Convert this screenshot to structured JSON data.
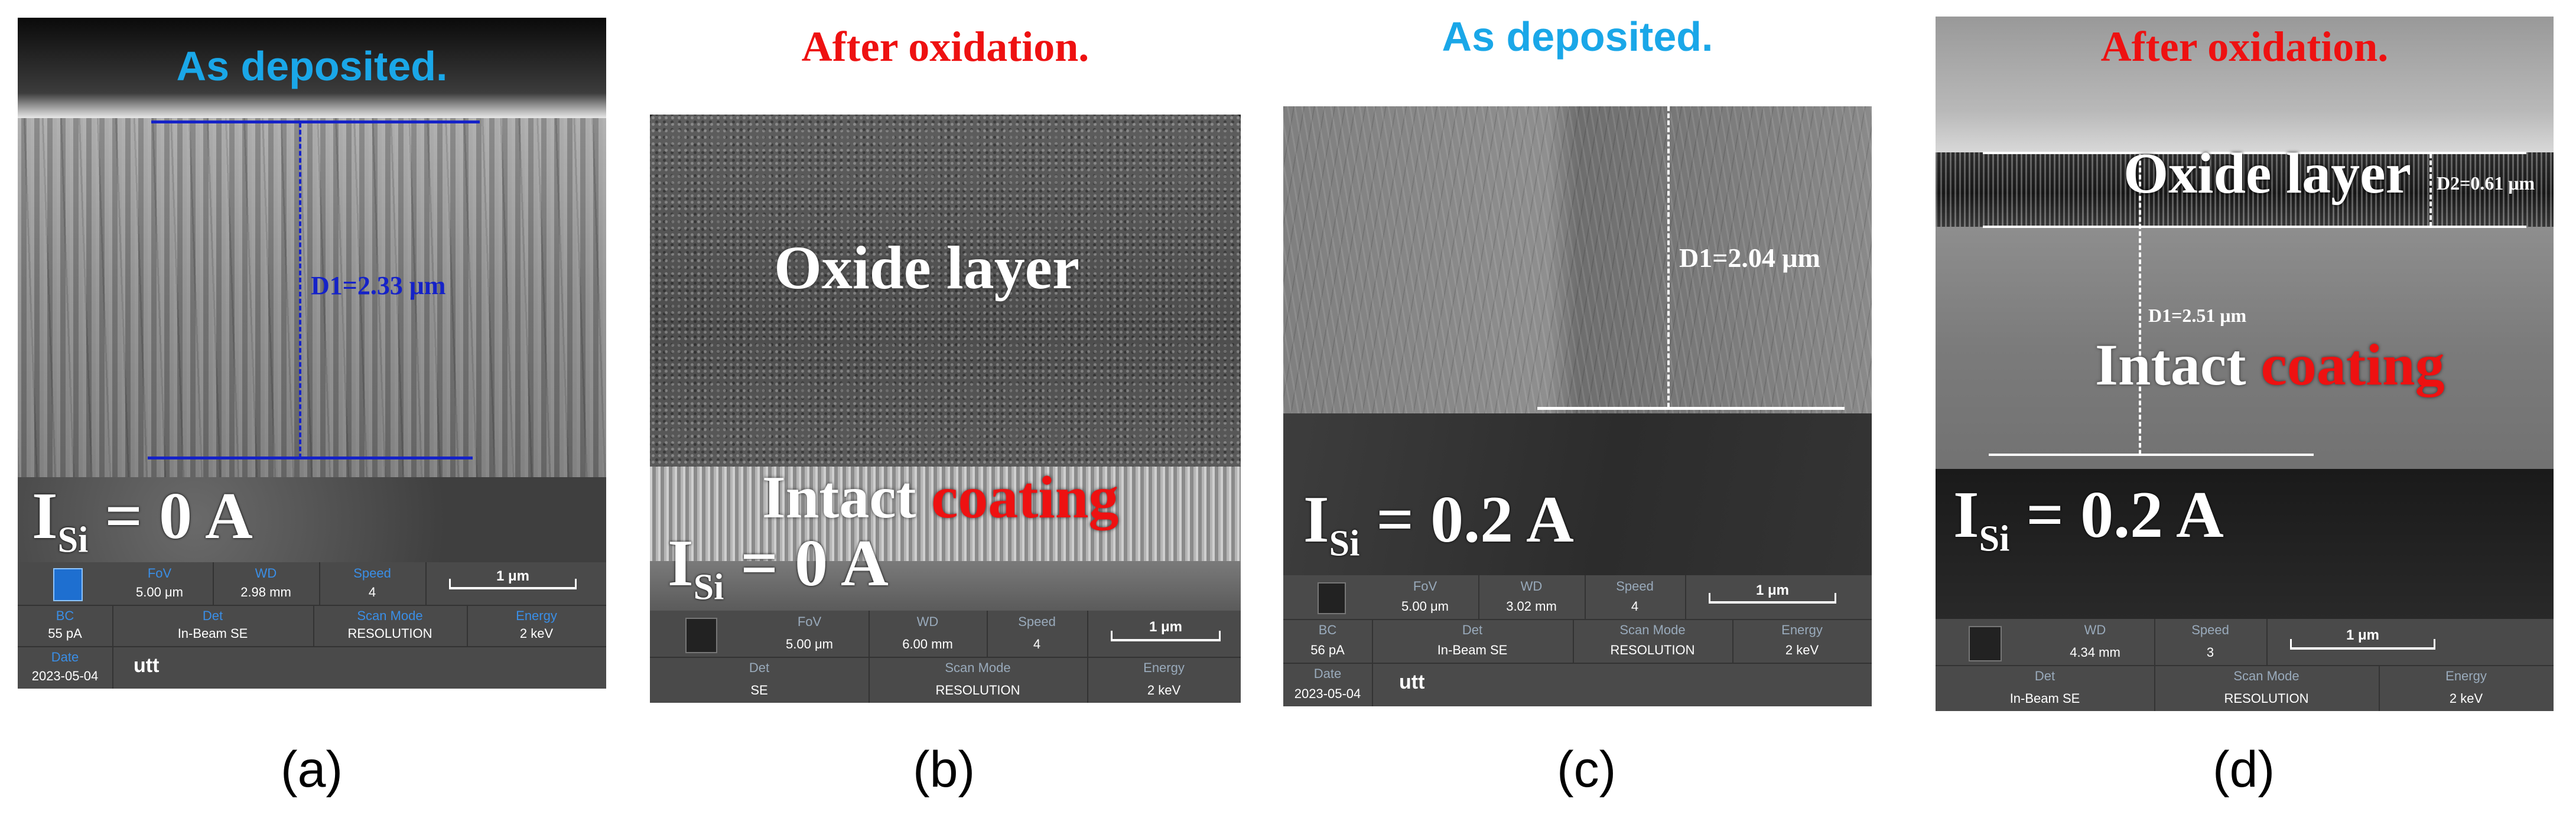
{
  "panels": [
    {
      "id": "a",
      "caption": "(a)",
      "heading": "As deposited.",
      "heading_color": "#1aa7e8",
      "condition_prefix": "I",
      "condition_sub": "Si",
      "condition_value": "= 0 A",
      "dimension": "D1=2.33 μm",
      "dimension_color": "#1522c8",
      "infobar": {
        "row1": [
          {
            "h": "FoV",
            "v": "5.00 μm"
          },
          {
            "h": "WD",
            "v": "2.98 mm"
          },
          {
            "h": "Speed",
            "v": "4"
          }
        ],
        "scale": "1 μm",
        "row2": [
          {
            "h": "BC",
            "v": "55 pA"
          },
          {
            "h": "Det",
            "v": "In-Beam SE"
          },
          {
            "h": "Scan Mode",
            "v": "RESOLUTION"
          },
          {
            "h": "Energy",
            "v": "2 keV"
          }
        ],
        "row3": [
          {
            "h": "Date",
            "v": "2023-05-04"
          }
        ],
        "logo_text": "utt"
      }
    },
    {
      "id": "b",
      "caption": "(b)",
      "heading": "After oxidation.",
      "heading_color": "#ee1111",
      "label_top": "Oxide layer",
      "label_bottom_white": "Intact ",
      "label_bottom_red": "coating",
      "condition_prefix": "I",
      "condition_sub": "Si",
      "condition_value": "= 0 A",
      "infobar": {
        "row1": [
          {
            "h": "FoV",
            "v": "5.00 μm"
          },
          {
            "h": "WD",
            "v": "6.00 mm"
          },
          {
            "h": "Speed",
            "v": "4"
          }
        ],
        "scale": "1 μm",
        "row2": [
          {
            "h": "Det",
            "v": "SE"
          },
          {
            "h": "Scan Mode",
            "v": "RESOLUTION"
          },
          {
            "h": "Energy",
            "v": "2 keV"
          }
        ]
      }
    },
    {
      "id": "c",
      "caption": "(c)",
      "heading": "As deposited.",
      "heading_color": "#1aa7e8",
      "condition_prefix": "I",
      "condition_sub": "Si",
      "condition_value": "= 0.2 A",
      "dimension": "D1=2.04 μm",
      "dimension_color": "#ffffff",
      "infobar": {
        "row1": [
          {
            "h": "FoV",
            "v": "5.00 μm"
          },
          {
            "h": "WD",
            "v": "3.02 mm"
          },
          {
            "h": "Speed",
            "v": "4"
          }
        ],
        "scale": "1 μm",
        "row2": [
          {
            "h": "BC",
            "v": "56 pA"
          },
          {
            "h": "Det",
            "v": "In-Beam SE"
          },
          {
            "h": "Scan Mode",
            "v": "RESOLUTION"
          },
          {
            "h": "Energy",
            "v": "2 keV"
          }
        ],
        "row3": [
          {
            "h": "Date",
            "v": "2023-05-04"
          }
        ],
        "logo_text": "utt"
      }
    },
    {
      "id": "d",
      "caption": "(d)",
      "heading": "After oxidation.",
      "heading_color": "#ee1111",
      "label_top": "Oxide layer",
      "label_bottom_white": "Intact ",
      "label_bottom_red": "coating",
      "condition_prefix": "I",
      "condition_sub": "Si",
      "condition_value": "= 0.2 A",
      "dimension": "D1=2.51 μm",
      "dimension2": "D2=0.61 μm",
      "infobar": {
        "row1": [
          {
            "h": "WD",
            "v": "4.34 mm"
          },
          {
            "h": "Speed",
            "v": "3"
          }
        ],
        "scale": "1 μm",
        "row2": [
          {
            "h": "Det",
            "v": "In-Beam SE"
          },
          {
            "h": "Scan Mode",
            "v": "RESOLUTION"
          },
          {
            "h": "Energy",
            "v": "2 keV"
          }
        ]
      }
    }
  ]
}
